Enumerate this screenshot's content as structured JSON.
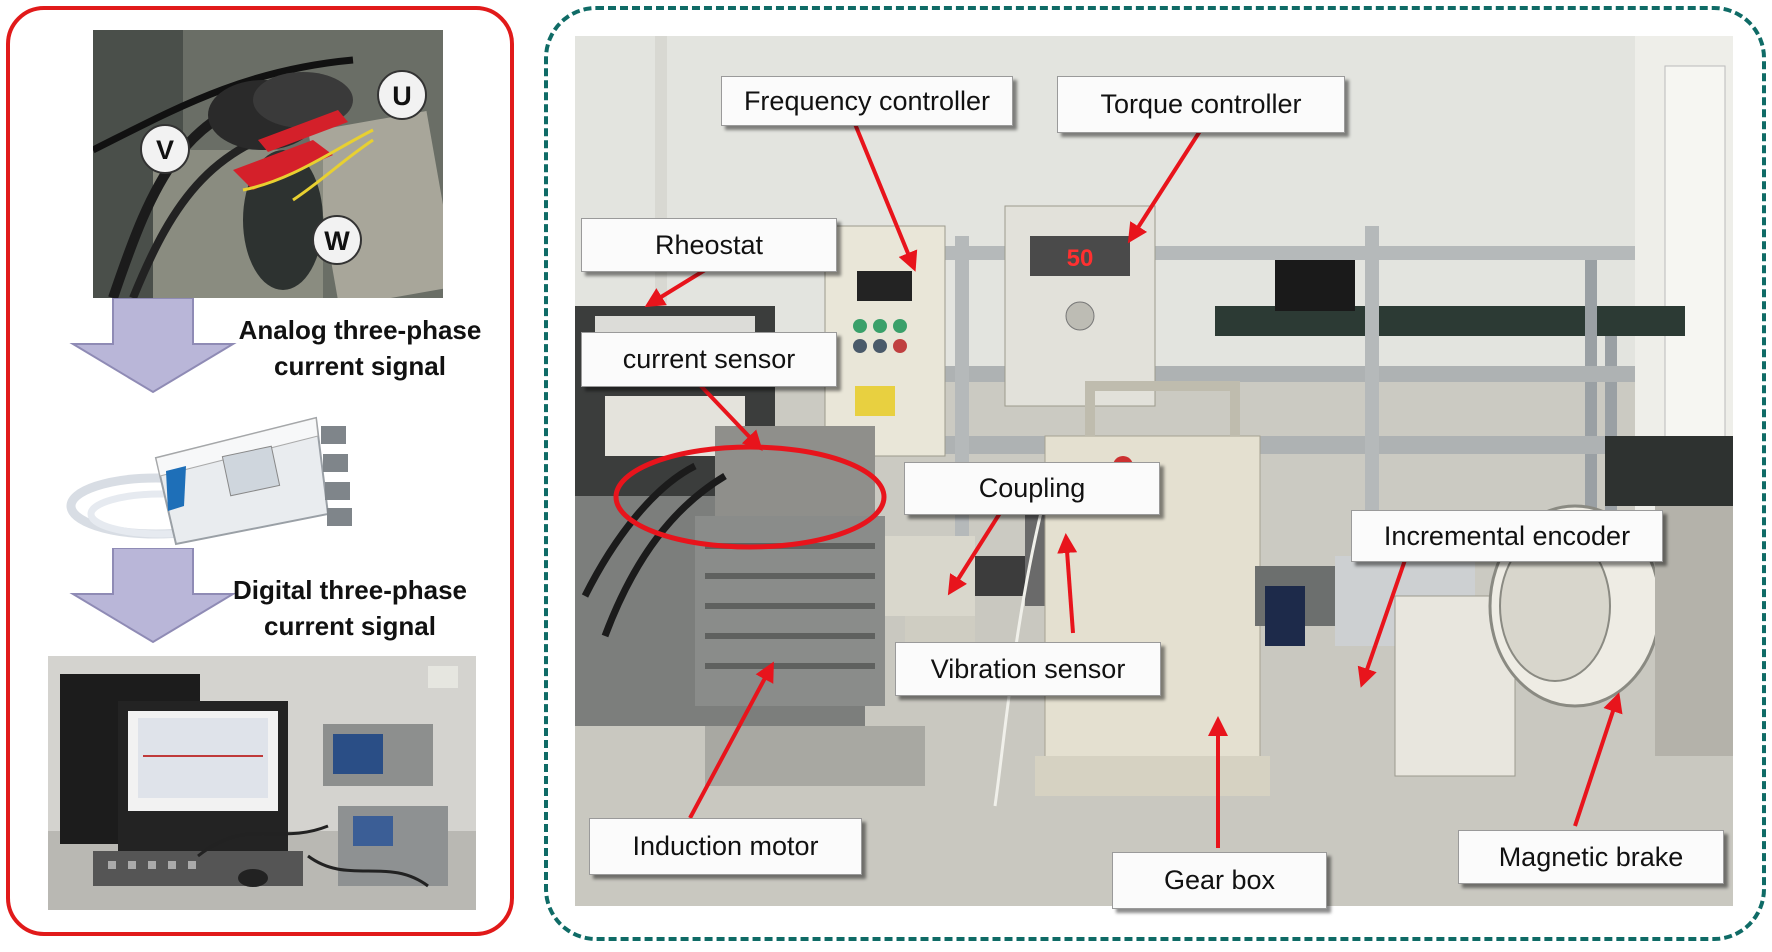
{
  "left": {
    "phase_labels": {
      "v": "V",
      "u": "U",
      "w": "W"
    },
    "step1": {
      "line1": "Analog three-phase",
      "line2": "current signal"
    },
    "step2": {
      "line1": "Digital three-phase",
      "line2": "current signal"
    }
  },
  "right": {
    "labels": {
      "frequency_controller": "Frequency controller",
      "torque_controller": "Torque controller",
      "rheostat": "Rheostat",
      "current_sensor": "current sensor",
      "coupling": "Coupling",
      "incremental_encoder": "Incremental encoder",
      "vibration_sensor": "Vibration sensor",
      "induction_motor": "Induction motor",
      "gear_box": "Gear box",
      "magnetic_brake": "Magnetic brake"
    },
    "torque_display_value": "50"
  },
  "colors": {
    "left_border": "#e11a1a",
    "right_border": "#0f6b66",
    "arrow": "#e8141c",
    "step_arrow": "#b9b6d8"
  }
}
